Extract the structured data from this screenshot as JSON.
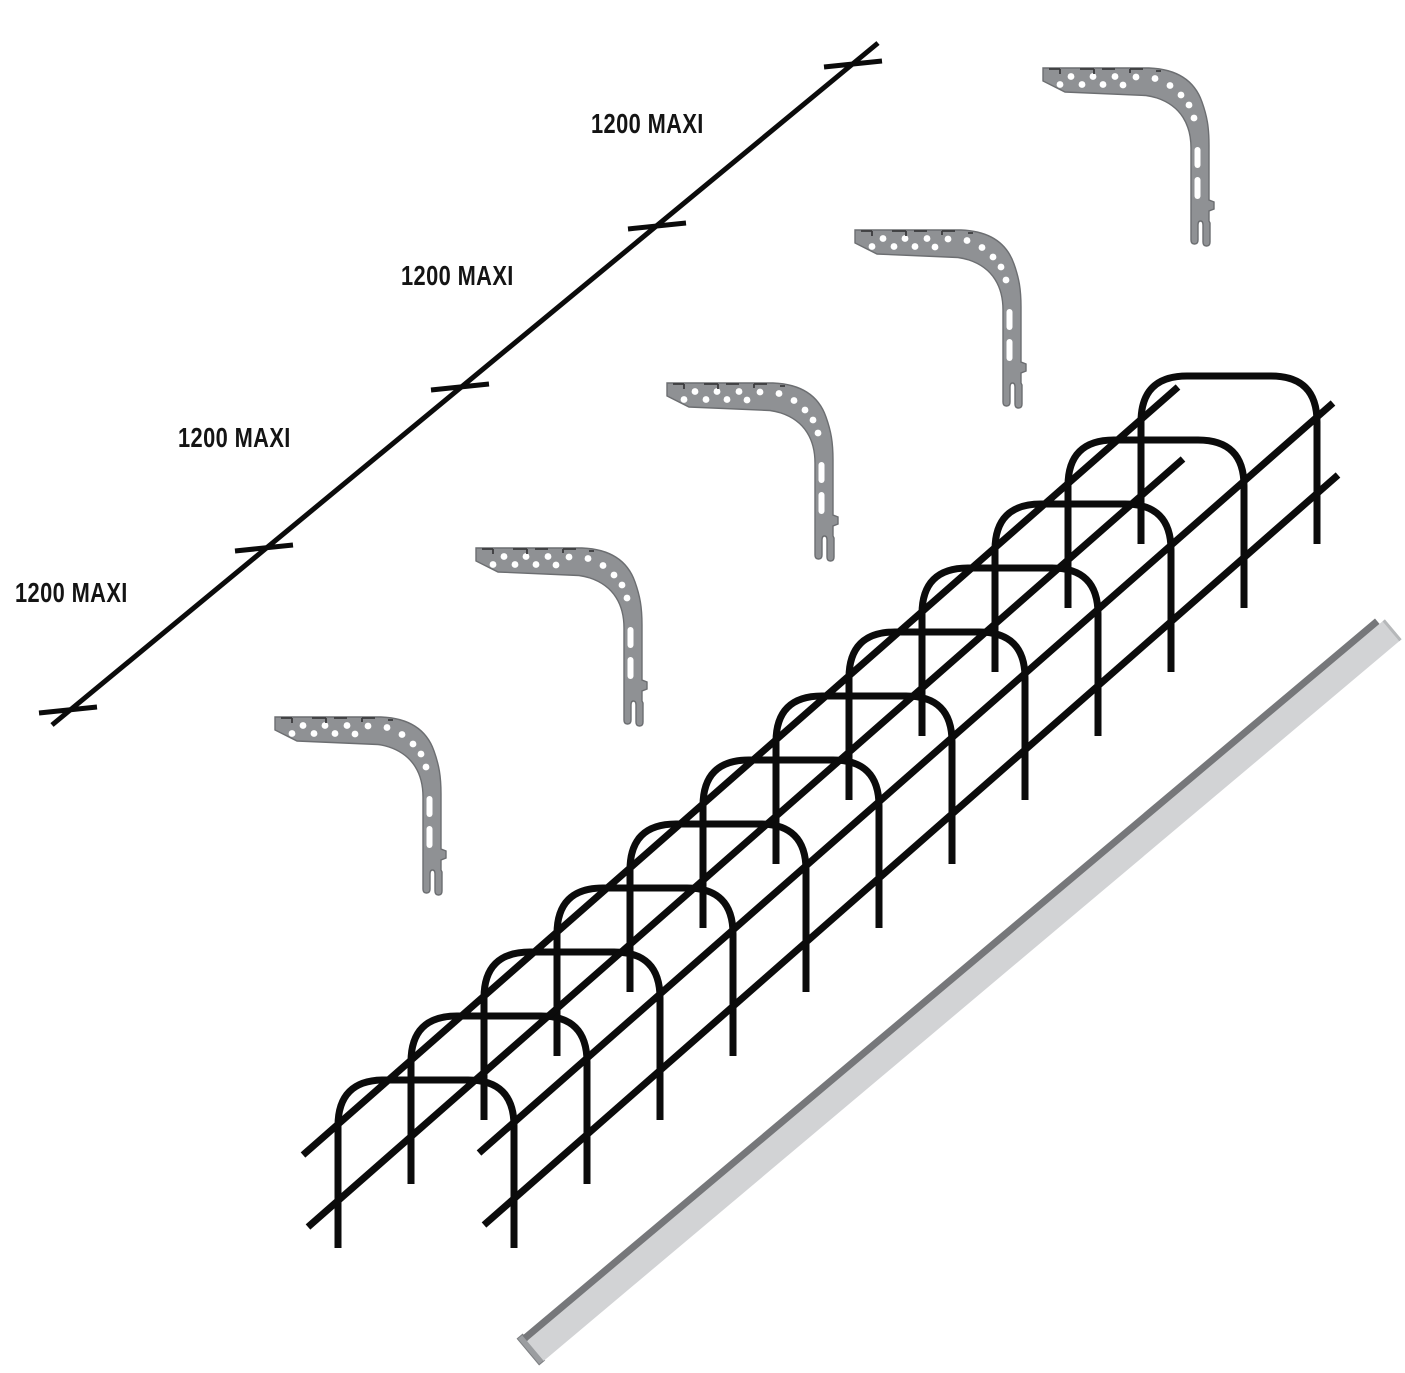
{
  "diagram": {
    "dimension": {
      "segments": [
        {
          "label": "1200 MAXI"
        },
        {
          "label": "1200 MAXI"
        },
        {
          "label": "1200 MAXI"
        },
        {
          "label": "1200 MAXI"
        }
      ],
      "tick_count": 5
    },
    "parts": {
      "perforated_bracket_count": 5,
      "wire_arch_count": 12,
      "longitudinal_wire_count": 4,
      "flat_bar_count": 1
    },
    "colors": {
      "background": "#ffffff",
      "line": "#0b0b0b",
      "text": "#141414",
      "bracket_fill": "#8f9194",
      "bracket_outline": "#6c6e71",
      "bracket_hole": "#ffffff",
      "bracket_mark": "#3b3b3d",
      "bar_face": "#d2d3d5",
      "bar_edge": "#76777a",
      "bar_end": "#9b9da0"
    }
  }
}
